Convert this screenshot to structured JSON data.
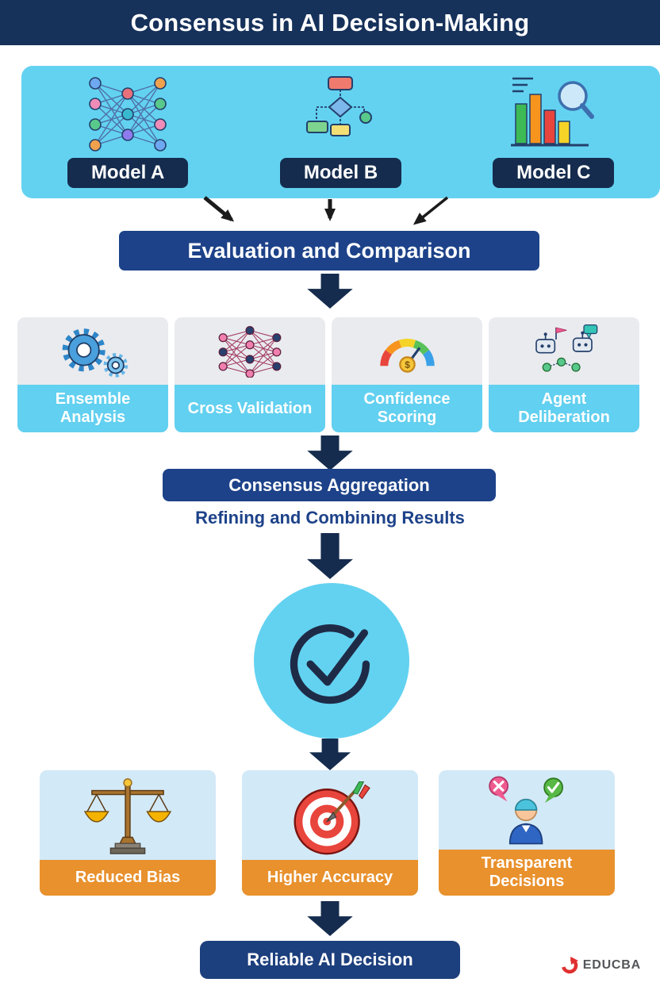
{
  "header": {
    "title": "Consensus in AI Decision-Making"
  },
  "models": {
    "items": [
      {
        "label": "Model A",
        "icon": "neural-network-icon"
      },
      {
        "label": "Model B",
        "icon": "flowchart-icon"
      },
      {
        "label": "Model C",
        "icon": "bar-chart-magnifier-icon"
      }
    ]
  },
  "evaluation": {
    "label": "Evaluation and Comparison"
  },
  "methods": {
    "items": [
      {
        "label": "Ensemble Analysis",
        "icon": "gears-icon"
      },
      {
        "label": "Cross Validation",
        "icon": "network-grid-icon"
      },
      {
        "label": "Confidence Scoring",
        "icon": "gauge-icon"
      },
      {
        "label": "Agent Deliberation",
        "icon": "robots-chat-icon"
      }
    ]
  },
  "aggregation": {
    "label": "Consensus Aggregation",
    "subtitle": "Refining and Combining Results"
  },
  "result": {
    "icon": "check-circle-icon"
  },
  "benefits": {
    "items": [
      {
        "label": "Reduced Bias",
        "icon": "balance-scale-icon"
      },
      {
        "label": "Higher Accuracy",
        "icon": "target-arrow-icon"
      },
      {
        "label": "Transparent Decisions",
        "icon": "person-feedback-icon"
      }
    ]
  },
  "final": {
    "label": "Reliable AI Decision"
  },
  "brand": {
    "name": "EDUCBA"
  },
  "icons": {
    "dollar": "$"
  },
  "colors": {
    "header_navy": "#16315a",
    "dark_navy": "#152c4e",
    "blue": "#1d4289",
    "cyan": "#63d2f1",
    "card_gray": "#e9ebef",
    "light_blue": "#d2e9f7",
    "orange": "#e8912d",
    "arrow_black": "#1b1b1b",
    "gauge_segments": [
      "#e8453c",
      "#f7941e",
      "#f5d327",
      "#58c159",
      "#3aa0e8"
    ]
  }
}
